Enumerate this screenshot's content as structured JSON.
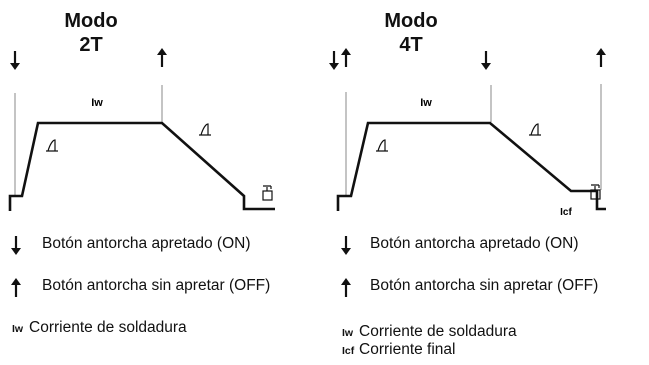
{
  "titles": {
    "mode2t_line1": "Modo",
    "mode2t_line2": "2T",
    "mode4t_line1": "Modo",
    "mode4t_line2": "4T"
  },
  "labels": {
    "iw": "Iw",
    "icf": "Icf"
  },
  "legend_2t": {
    "on": "Botón antorcha apretado (ON)",
    "off": "Botón antorcha sin apretar (OFF)",
    "iw_abbr": "Iw",
    "iw_text": "Corriente de soldadura"
  },
  "legend_4t": {
    "on": "Botón antorcha apretado (ON)",
    "off": "Botón antorcha sin apretar (OFF)",
    "iw_abbr": "Iw",
    "iw_text": "Corriente de soldadura",
    "icf_abbr": "Icf",
    "icf_text": "Corriente final"
  },
  "icons": [
    "arrow-down-icon",
    "arrow-up-icon",
    "slope-icon",
    "gas-valve-icon"
  ]
}
